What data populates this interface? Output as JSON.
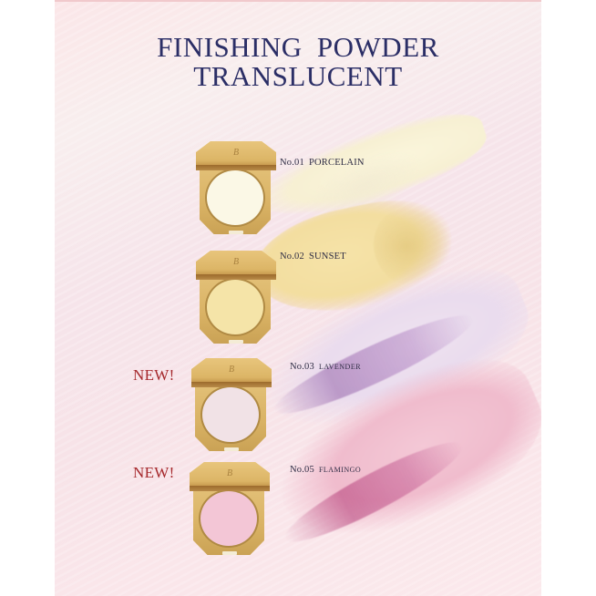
{
  "title": {
    "line1": "FINISHING POWDER",
    "line2": "TRANSLUCENT",
    "color": "#2b2e66"
  },
  "products": [
    {
      "number": "No.01",
      "name": "PORCELAIN",
      "new": false,
      "pan_color": "#fbf8e6"
    },
    {
      "number": "No.02",
      "name": "SUNSET",
      "new": false,
      "pan_color": "#f5e4a8"
    },
    {
      "number": "No.03",
      "name": "LAVENDER",
      "new": true,
      "pan_color": "#f1e2e6"
    },
    {
      "number": "No.05",
      "name": "FLAMINGO",
      "new": true,
      "pan_color": "#f3c6d6"
    }
  ],
  "badge": {
    "new_label": "NEW!",
    "color": "#a5282c"
  },
  "compact_logo": "B",
  "colors": {
    "gold": "#dcb566",
    "background_pink": "#f8e6ea"
  }
}
